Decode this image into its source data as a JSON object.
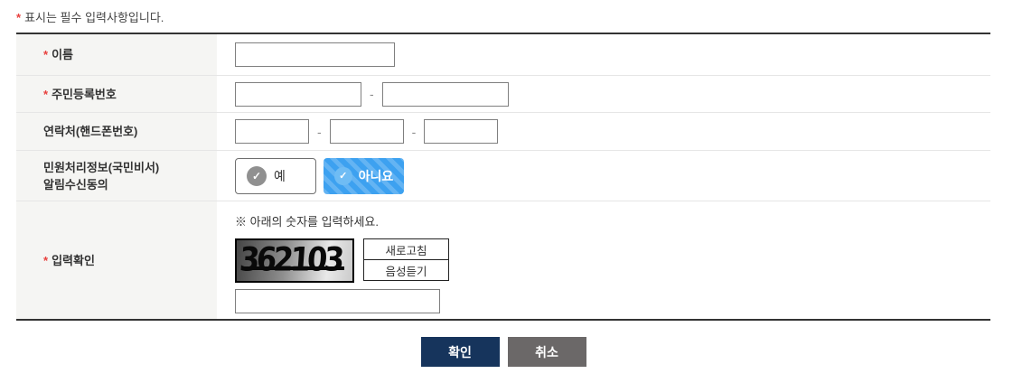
{
  "note": {
    "text": "표시는 필수 입력사항입니다."
  },
  "marks": {
    "required": "*",
    "dash": "-",
    "check": "✓"
  },
  "rows": {
    "name": {
      "label": "이름"
    },
    "rrn": {
      "label": "주민등록번호"
    },
    "phone": {
      "label": "연락처(핸드폰번호)"
    },
    "consent": {
      "label_line1": "민원처리정보(국민비서)",
      "label_line2": "알림수신동의",
      "yes_label": "예",
      "no_label": "아니요"
    },
    "captcha": {
      "label": "입력확인",
      "instruction": "※ 아래의 숫자를 입력하세요.",
      "code": "362103",
      "refresh_label": "새로고침",
      "audio_label": "음성듣기"
    }
  },
  "actions": {
    "confirm": "확인",
    "cancel": "취소"
  },
  "colors": {
    "required_red": "#e8403d",
    "consent_no_blue": "#3da1f0",
    "confirm_navy": "#16345c",
    "cancel_gray": "#6b6868",
    "label_bg": "#f5f5f3"
  }
}
